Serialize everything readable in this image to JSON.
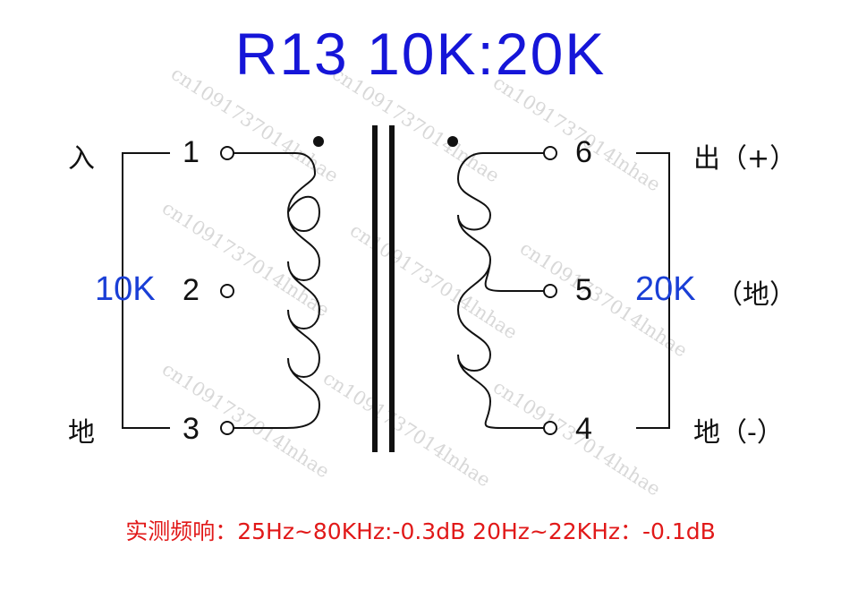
{
  "title": "R13 10K:20K",
  "left": {
    "input_label": "入",
    "ground_label": "地",
    "impedance": "10K",
    "pins": [
      "1",
      "2",
      "3"
    ]
  },
  "right": {
    "out_label": "出（+）",
    "ground_label": "（地）",
    "minus_label": "地（-）",
    "impedance": "20K",
    "pins": [
      "6",
      "5",
      "4"
    ]
  },
  "footer": "实测频响：25Hz~80KHz:-0.3dB  20Hz~22KHz：-0.1dB",
  "watermark": "cn1091737014lnhae",
  "colors": {
    "title": "#1515d8",
    "impedance": "#1a3fd6",
    "footer": "#e11919",
    "line": "#111111"
  }
}
